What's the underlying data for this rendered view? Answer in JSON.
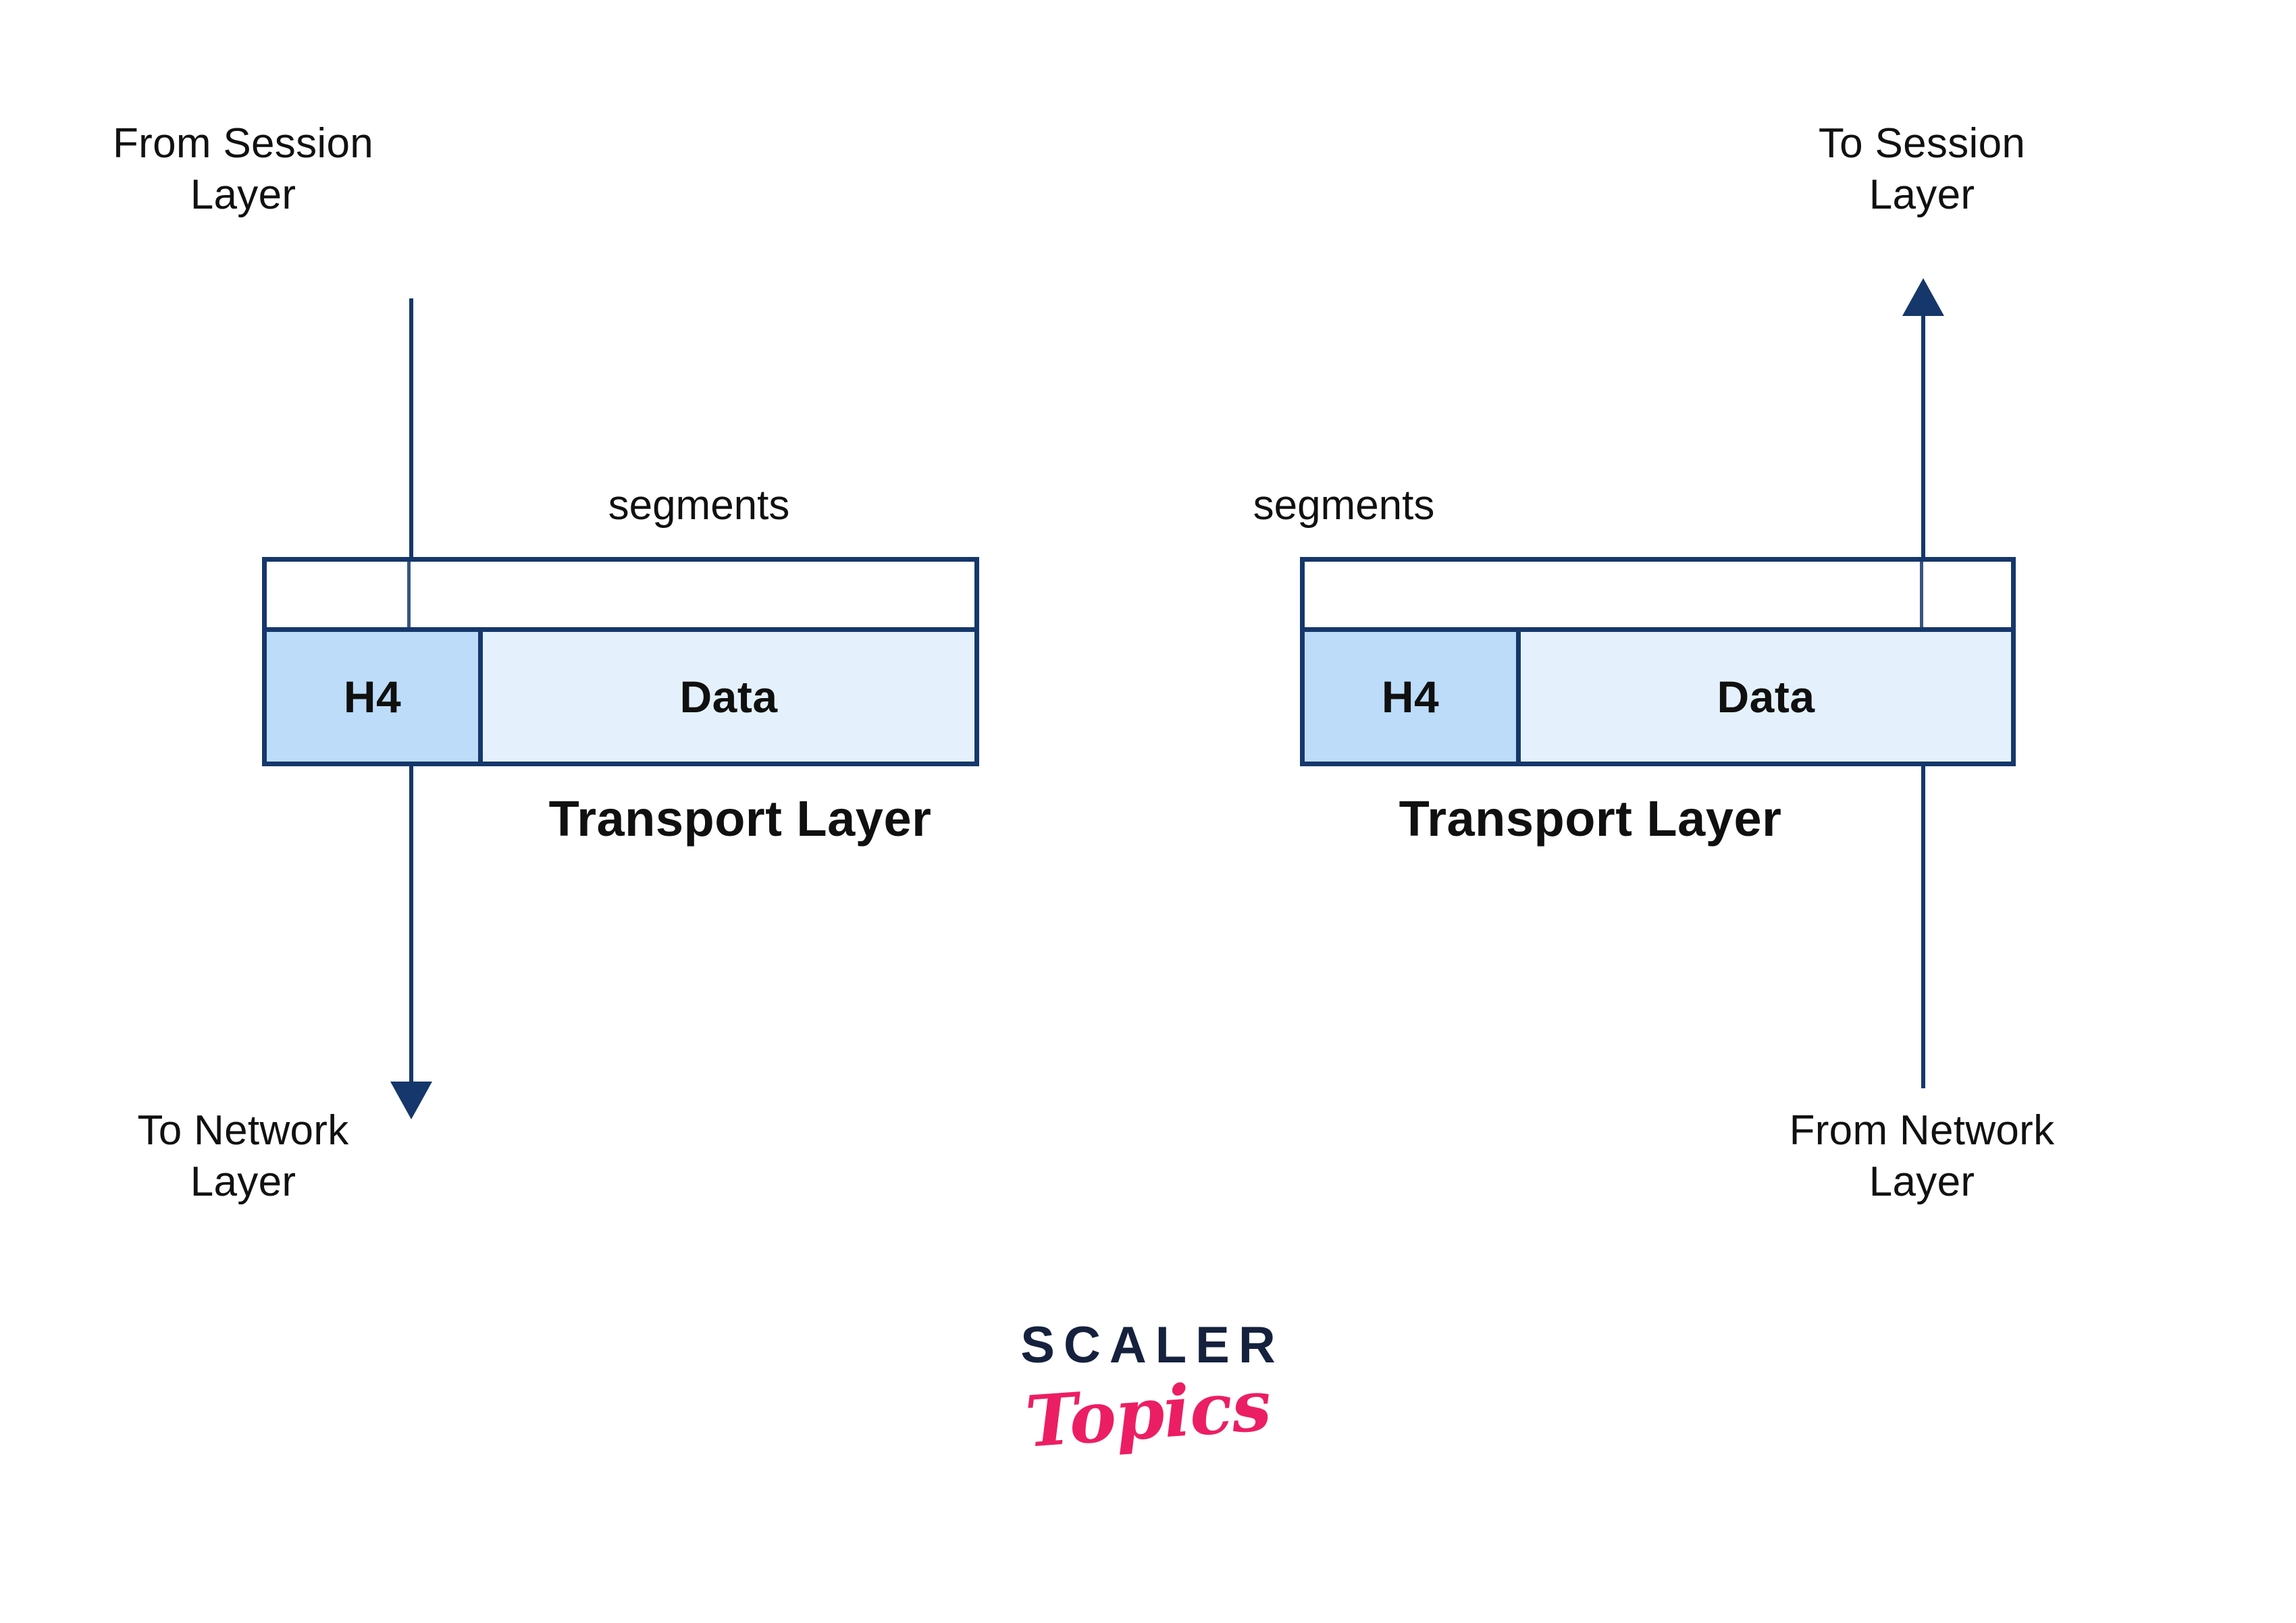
{
  "diagram": {
    "title_left": "Transport Layer",
    "title_right": "Transport Layer",
    "colors": {
      "stroke": "#15376b",
      "header_fill": "#bcdcfa",
      "data_fill": "#e4f1fd",
      "text": "#111111",
      "logo_dark": "#16213e",
      "logo_pink": "#ec1e63"
    },
    "left": {
      "top_label": "From Session\nLayer",
      "segments_label": "segments",
      "header_cell": "H4",
      "data_cell": "Data",
      "layer_title": "Transport Layer",
      "bottom_label": "To Network\nLayer",
      "flow_direction": "down"
    },
    "right": {
      "top_label": "To Session\nLayer",
      "segments_label": "segments",
      "header_cell": "H4",
      "data_cell": "Data",
      "layer_title": "Transport Layer",
      "bottom_label": "From Network\nLayer",
      "flow_direction": "up"
    }
  },
  "logo": {
    "primary": "SCALER",
    "secondary": "Topics"
  }
}
